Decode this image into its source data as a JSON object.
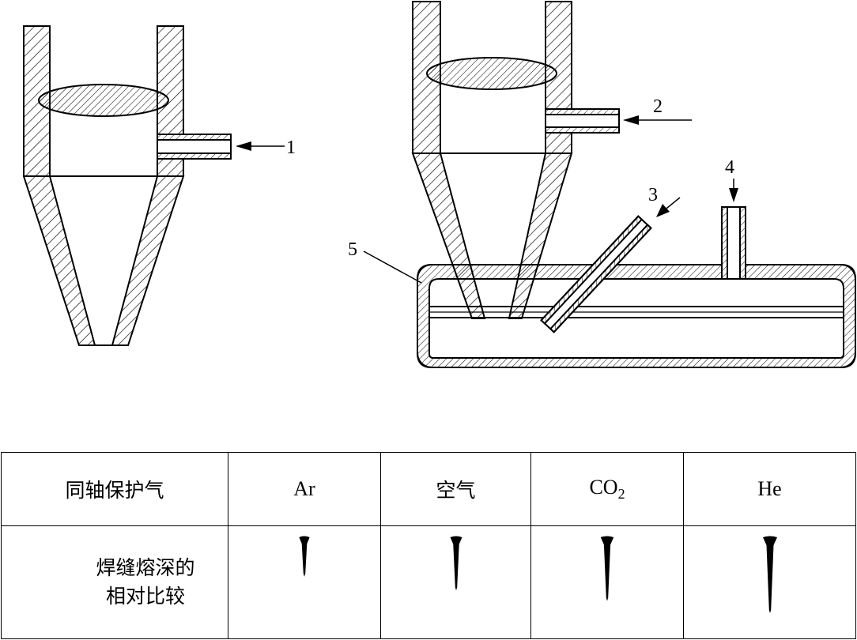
{
  "diagram": {
    "callouts": [
      "1",
      "2",
      "3",
      "4",
      "5"
    ]
  },
  "table": {
    "header_label": "同轴保护气",
    "gases": [
      {
        "label": "Ar",
        "sub": ""
      },
      {
        "label": "空气",
        "sub": ""
      },
      {
        "label": "CO",
        "sub": "2"
      },
      {
        "label": "He",
        "sub": ""
      }
    ],
    "row_label_line1": "焊缝熔深的",
    "row_label_line2": "相对比较",
    "relative_depth": [
      0.52,
      0.7,
      0.84,
      1.0
    ]
  },
  "colors": {
    "line": "#000000",
    "background": "#ffffff"
  }
}
